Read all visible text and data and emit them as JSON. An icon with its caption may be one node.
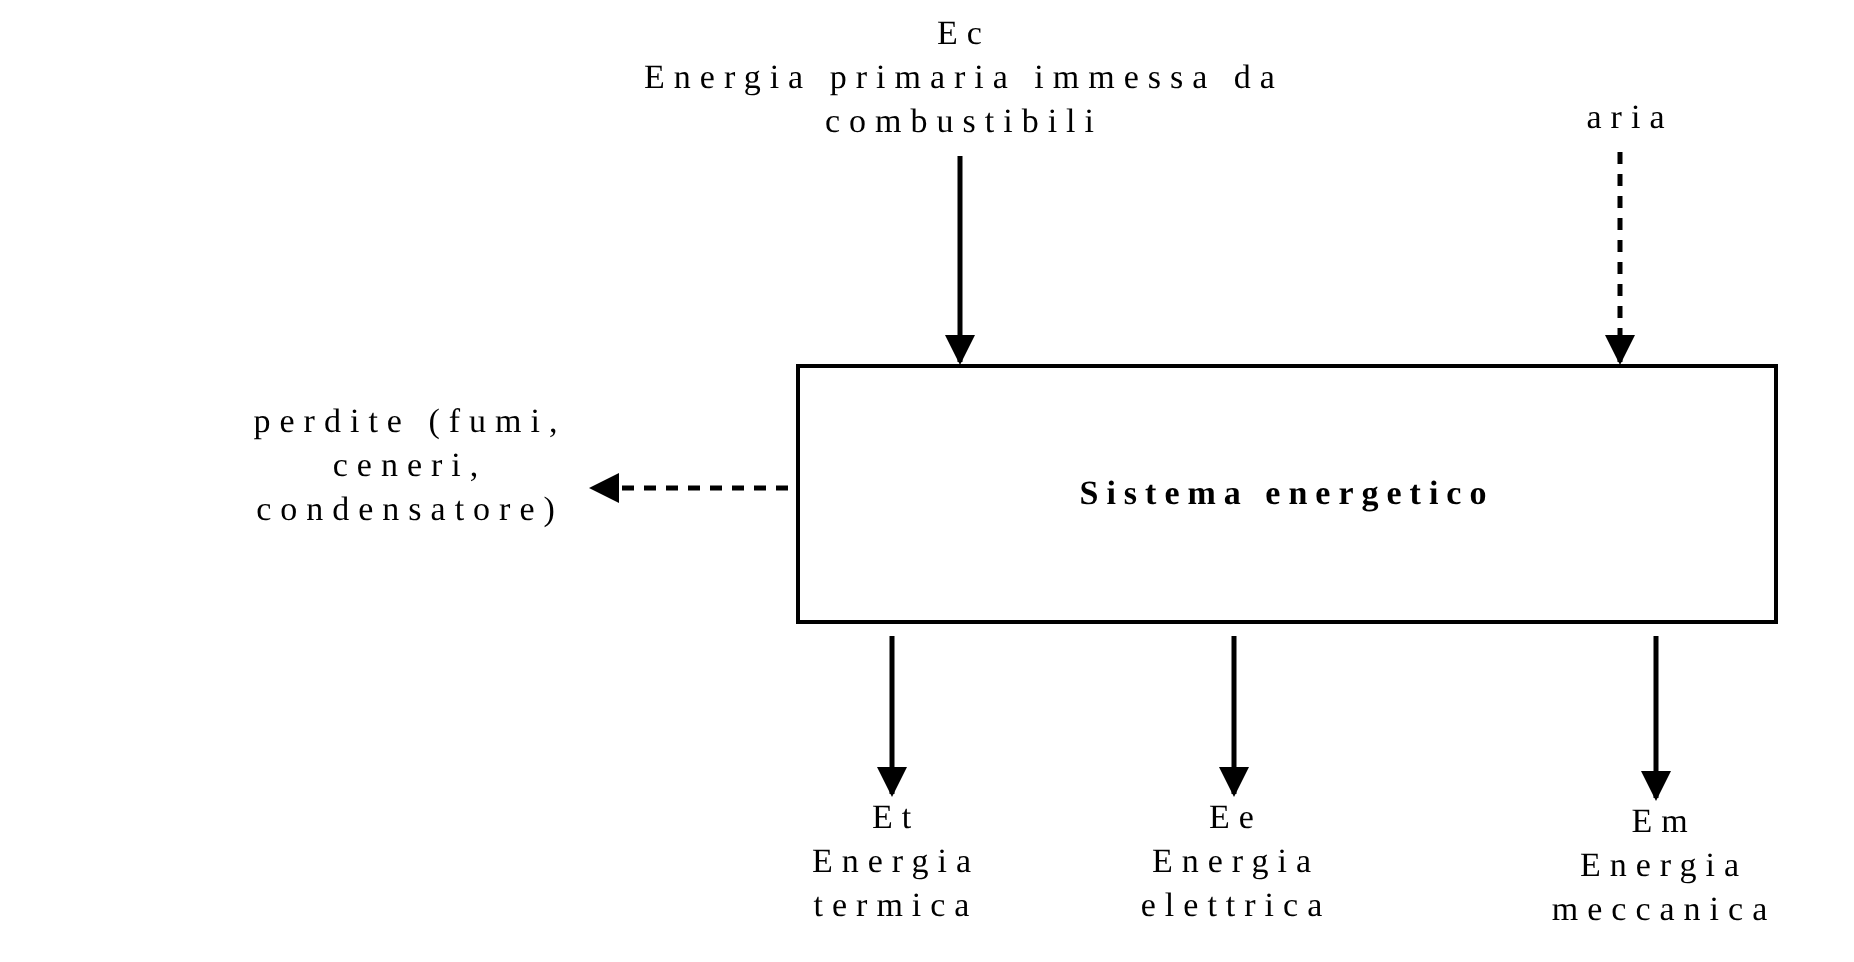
{
  "diagram": {
    "nodes": [
      {
        "text": [
          "Ec",
          "Energia primaria immessa da combustibili"
        ]
      },
      {
        "text": [
          "aria"
        ]
      },
      {
        "text": [
          "Sistema energetico"
        ]
      },
      {
        "text": [
          "perdite (fumi, ceneri, condensatore)"
        ]
      },
      {
        "text": [
          "Et",
          "Energia termica"
        ]
      },
      {
        "text": [
          "Ee",
          "Energia elettrica"
        ]
      },
      {
        "text": [
          "Em",
          "Energia meccanica"
        ]
      }
    ],
    "edges": [
      {
        "from": 0,
        "to": 2,
        "arrow": "to"
      },
      {
        "from": 1,
        "to": 2,
        "arrow": "to",
        "style": "dashed"
      },
      {
        "from": 2,
        "to": 3,
        "arrow": "to",
        "style": "dashed"
      },
      {
        "from": 2,
        "to": 4,
        "arrow": "to"
      },
      {
        "from": 2,
        "to": 5,
        "arrow": "to"
      },
      {
        "from": 2,
        "to": 6,
        "arrow": "to"
      }
    ]
  }
}
